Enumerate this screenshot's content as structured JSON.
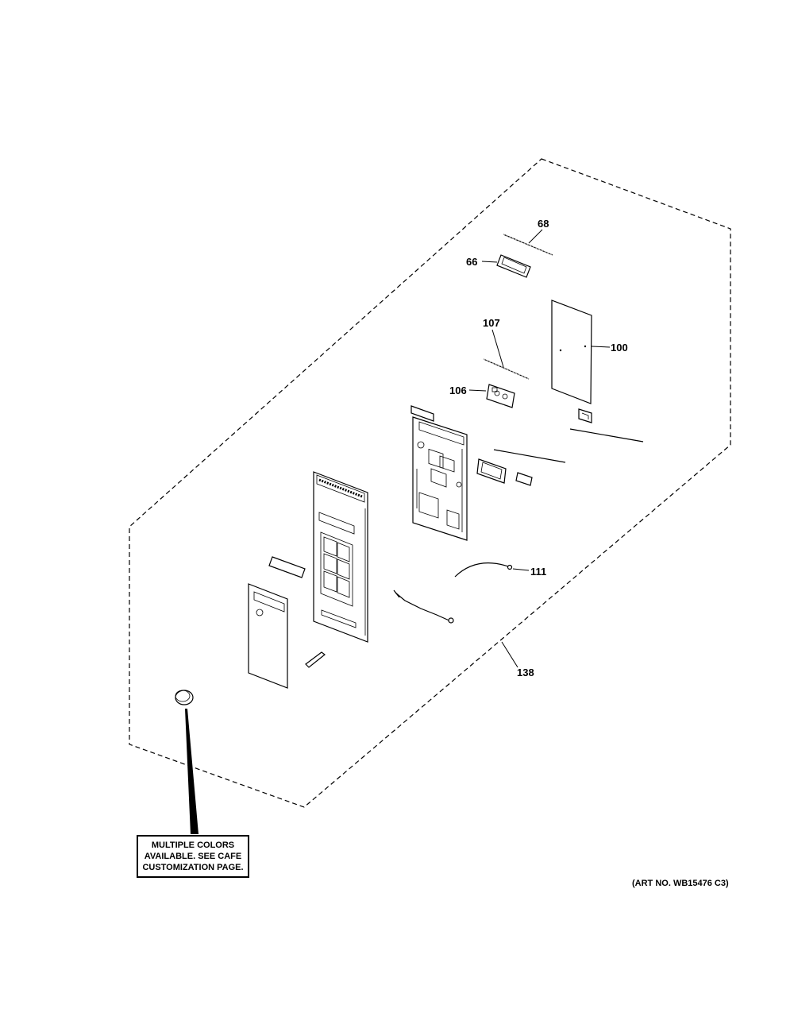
{
  "parts": {
    "p68": "68",
    "p66": "66",
    "p107": "107",
    "p100": "100",
    "p106": "106",
    "p111": "111",
    "p138": "138"
  },
  "note": {
    "line1": "MULTIPLE COLORS",
    "line2": "AVAILABLE. SEE CAFE",
    "line3": "CUSTOMIZATION PAGE."
  },
  "art_number": "(ART NO. WB15476 C3)"
}
